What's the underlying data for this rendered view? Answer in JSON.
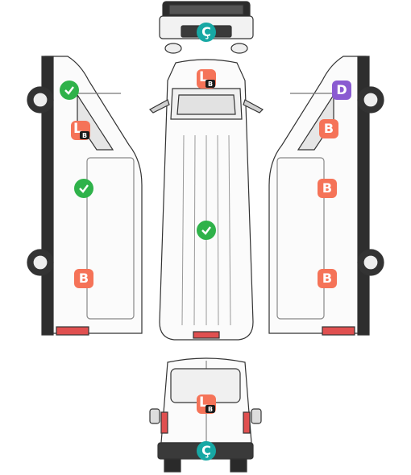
{
  "markers": {
    "front_c": {
      "text": "Ç",
      "kind": "cedilla"
    },
    "roof_lb": {
      "L": "L",
      "b": "B",
      "kind": "lb"
    },
    "left_check_top": {
      "kind": "check"
    },
    "left_lb": {
      "L": "L",
      "b": "B",
      "kind": "lb"
    },
    "left_check_mid": {
      "kind": "check"
    },
    "left_b_bottom": {
      "text": "B",
      "kind": "b"
    },
    "roof_check": {
      "kind": "check"
    },
    "right_d": {
      "text": "D",
      "kind": "d"
    },
    "right_b_1": {
      "text": "B",
      "kind": "b"
    },
    "right_b_2": {
      "text": "B",
      "kind": "b"
    },
    "right_b_3": {
      "text": "B",
      "kind": "b"
    },
    "rear_lb": {
      "L": "L",
      "b": "B",
      "kind": "lb"
    },
    "rear_c": {
      "text": "Ç",
      "kind": "cedilla"
    }
  },
  "colors": {
    "check": "#2fb24a",
    "cedilla": "#17a8a4",
    "d": "#8a5bd1",
    "b": "#f57358",
    "lb_badge": "#1a1a1a",
    "body_outline": "#444444",
    "tail_light": "#e05050"
  }
}
